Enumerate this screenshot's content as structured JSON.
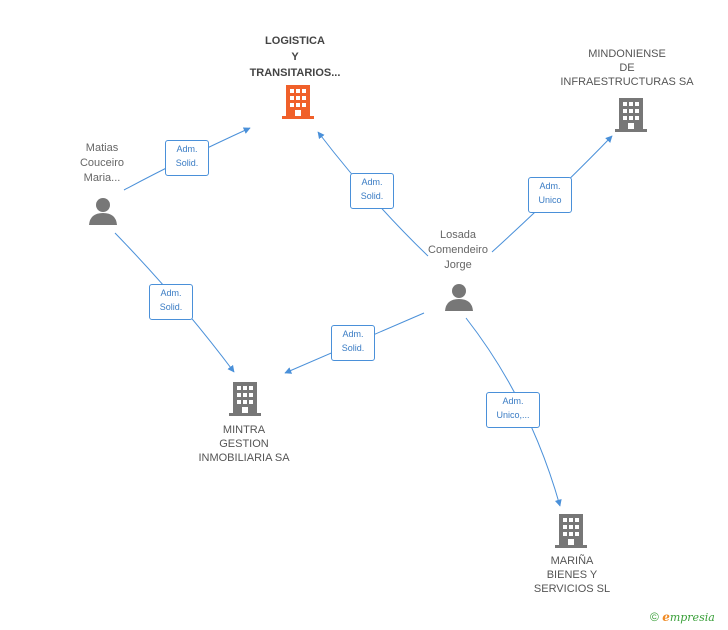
{
  "nodes": {
    "logistica": {
      "label": "LOGISTICA\nY\nTRANSITARIOS...",
      "type": "company",
      "color": "#f0602a"
    },
    "mindoniense": {
      "label": "MINDONIENSE\nDE\nINFRAESTRUCTURAS SA",
      "type": "company",
      "color": "#777777"
    },
    "mintra": {
      "label": "MINTRA\nGESTION\nINMOBILIARIA SA",
      "type": "company",
      "color": "#777777"
    },
    "marina": {
      "label": "MARIÑA\nBIENES Y\nSERVICIOS SL",
      "type": "company",
      "color": "#777777"
    },
    "matias": {
      "label": "Matias\nCouceiro\nMaria...",
      "type": "person",
      "color": "#777777"
    },
    "losada": {
      "label": "Losada\nComendeiro\nJorge",
      "type": "person",
      "color": "#777777"
    }
  },
  "edges": {
    "matias_logistica": "Adm.\nSolid.",
    "matias_mintra": "Adm.\nSolid.",
    "losada_logistica": "Adm.\nSolid.",
    "losada_mindoniense": "Adm.\nUnico",
    "losada_mintra": "Adm.\nSolid.",
    "losada_marina": "Adm.\nUnico,..."
  },
  "footer": {
    "copyright": "©",
    "brand_initial": "e",
    "brand_rest": "mpresia"
  },
  "colors": {
    "edge": "#4a90d9",
    "highlight_company": "#f0602a",
    "company": "#777777"
  }
}
